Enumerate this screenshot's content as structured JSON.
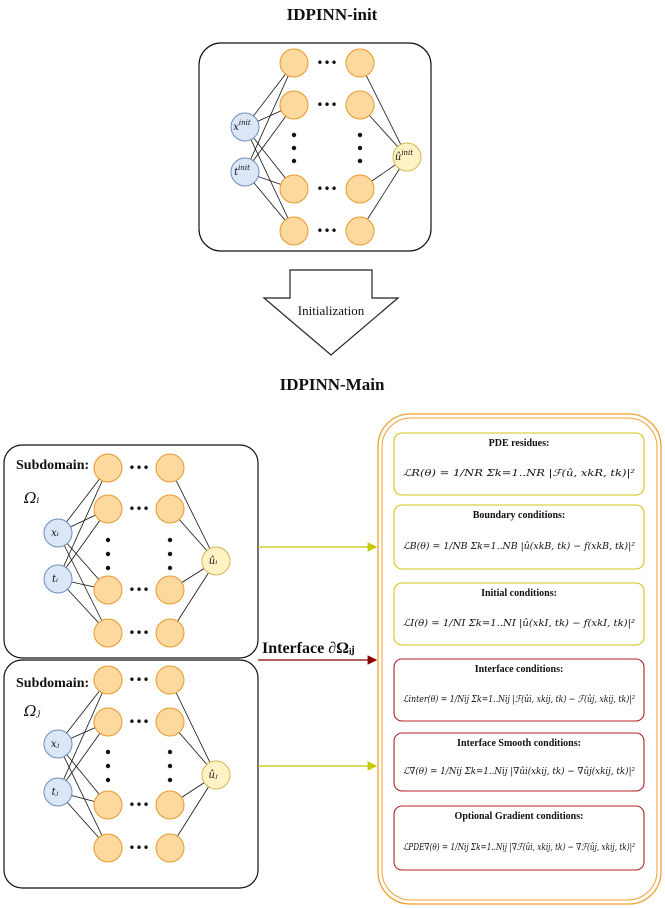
{
  "titles": {
    "init": "IDPINN-init",
    "main": "IDPINN-Main",
    "arrow": "Initialization"
  },
  "init_net": {
    "input1": "x",
    "input1_sup": "init",
    "input2": "t",
    "input2_sup": "init",
    "output": "û",
    "output_sup": "init"
  },
  "sub_i": {
    "title": "Subdomain:",
    "domain": "Ωᵢ",
    "input1": "xᵢ",
    "input2": "tᵢ",
    "output": "ûᵢ"
  },
  "sub_j": {
    "title": "Subdomain:",
    "domain": "Ωⱼ",
    "input1": "xⱼ",
    "input2": "tⱼ",
    "output": "ûⱼ"
  },
  "interface_label": "Interface ∂Ωᵢⱼ",
  "ellipsis": "•••",
  "loss_boxes": [
    {
      "title": "PDE residues:",
      "formula": "ℒR(θ) = 1/NR Σk=1..NR |ℱ(û, xkR, tk)|²",
      "color": "#d6c417"
    },
    {
      "title": "Boundary conditions:",
      "formula": "ℒB(θ) = 1/NB Σk=1..NB |û(xkB, tk) − f(xkB, tk)|²",
      "color": "#d6c417"
    },
    {
      "title": "Initial conditions:",
      "formula": "ℒI(θ) = 1/NI Σk=1..NI |û(xkI, tk) − f(xkI, tk)|²",
      "color": "#d6c417"
    },
    {
      "title": "Interface conditions:",
      "formula": "ℒinter(θ) = 1/Nij Σk=1..Nij |ℱ(ûi, xkij, tk) − ℱ(ûj, xkij, tk)|²",
      "color": "#b22222"
    },
    {
      "title": "Interface Smooth conditions:",
      "formula": "ℒ∇(θ) = 1/Nij Σk=1..Nij |∇ûi(xkij, tk) − ∇ûj(xkij, tk)|²",
      "color": "#b22222"
    },
    {
      "title": "Optional Gradient conditions:",
      "formula": "ℒPDE∇(θ) = 1/Nij Σk=1..Nij |∇ℱ(ûi, xkij, tk) − ∇ℱ(ûj, xkij, tk)|²",
      "color": "#b22222"
    }
  ],
  "colors": {
    "neuron_fill": "#fdd9a0",
    "neuron_stroke": "#e89a2c",
    "input_fill": "#dbe7f7",
    "input_stroke": "#6c8ebf",
    "output_fill": "#fff2c4",
    "output_stroke": "#d6b656",
    "outer_orange": "#f0a030",
    "yellow_arrow": "#c8c800",
    "red_arrow": "#8b0000"
  }
}
